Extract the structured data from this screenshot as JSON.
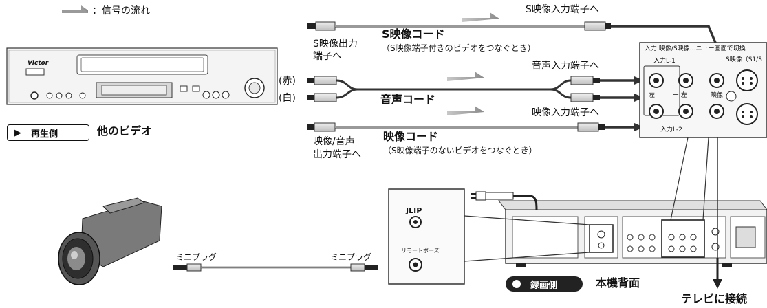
{
  "legend": {
    "label": "：信号の流れ"
  },
  "left": {
    "vcr_brand": "Victor",
    "play_badge": "再生側",
    "play_arrow": "▶",
    "other_video": "他のビデオ"
  },
  "cables": {
    "svideo": {
      "title": "S映像コード",
      "note": "（S映像端子付きのビデオをつなぐとき）",
      "out_label_1": "S映像出力",
      "out_label_2": "端子へ",
      "in_label": "S映像入力端子へ"
    },
    "audio": {
      "title": "音声コード",
      "red": "(赤)",
      "white": "(白)",
      "in_label": "音声入力端子へ"
    },
    "video": {
      "title": "映像コード",
      "note": "（S映像端子のないビデオをつなぐとき）",
      "out_label_1": "映像/音声",
      "out_label_2": "出力端子へ",
      "in_label": "映像入力端子へ"
    },
    "mini": {
      "left_label": "ミニプラグ",
      "right_label": "ミニプラグ"
    }
  },
  "input_panel": {
    "header": "入力 映像/S映像…ニュー画面で切換",
    "svideo_header": "S映像（S1/S",
    "input1": "入力L-1",
    "left": "左",
    "audio_left": "ー 左",
    "video": "映像",
    "input_lower": "入力L-2"
  },
  "jlip_panel": {
    "jlip": "JLIP",
    "remote": "リモートポーズ"
  },
  "rear": {
    "badge": "録画側",
    "title": "本機背面",
    "tv": "テレビに接続"
  }
}
